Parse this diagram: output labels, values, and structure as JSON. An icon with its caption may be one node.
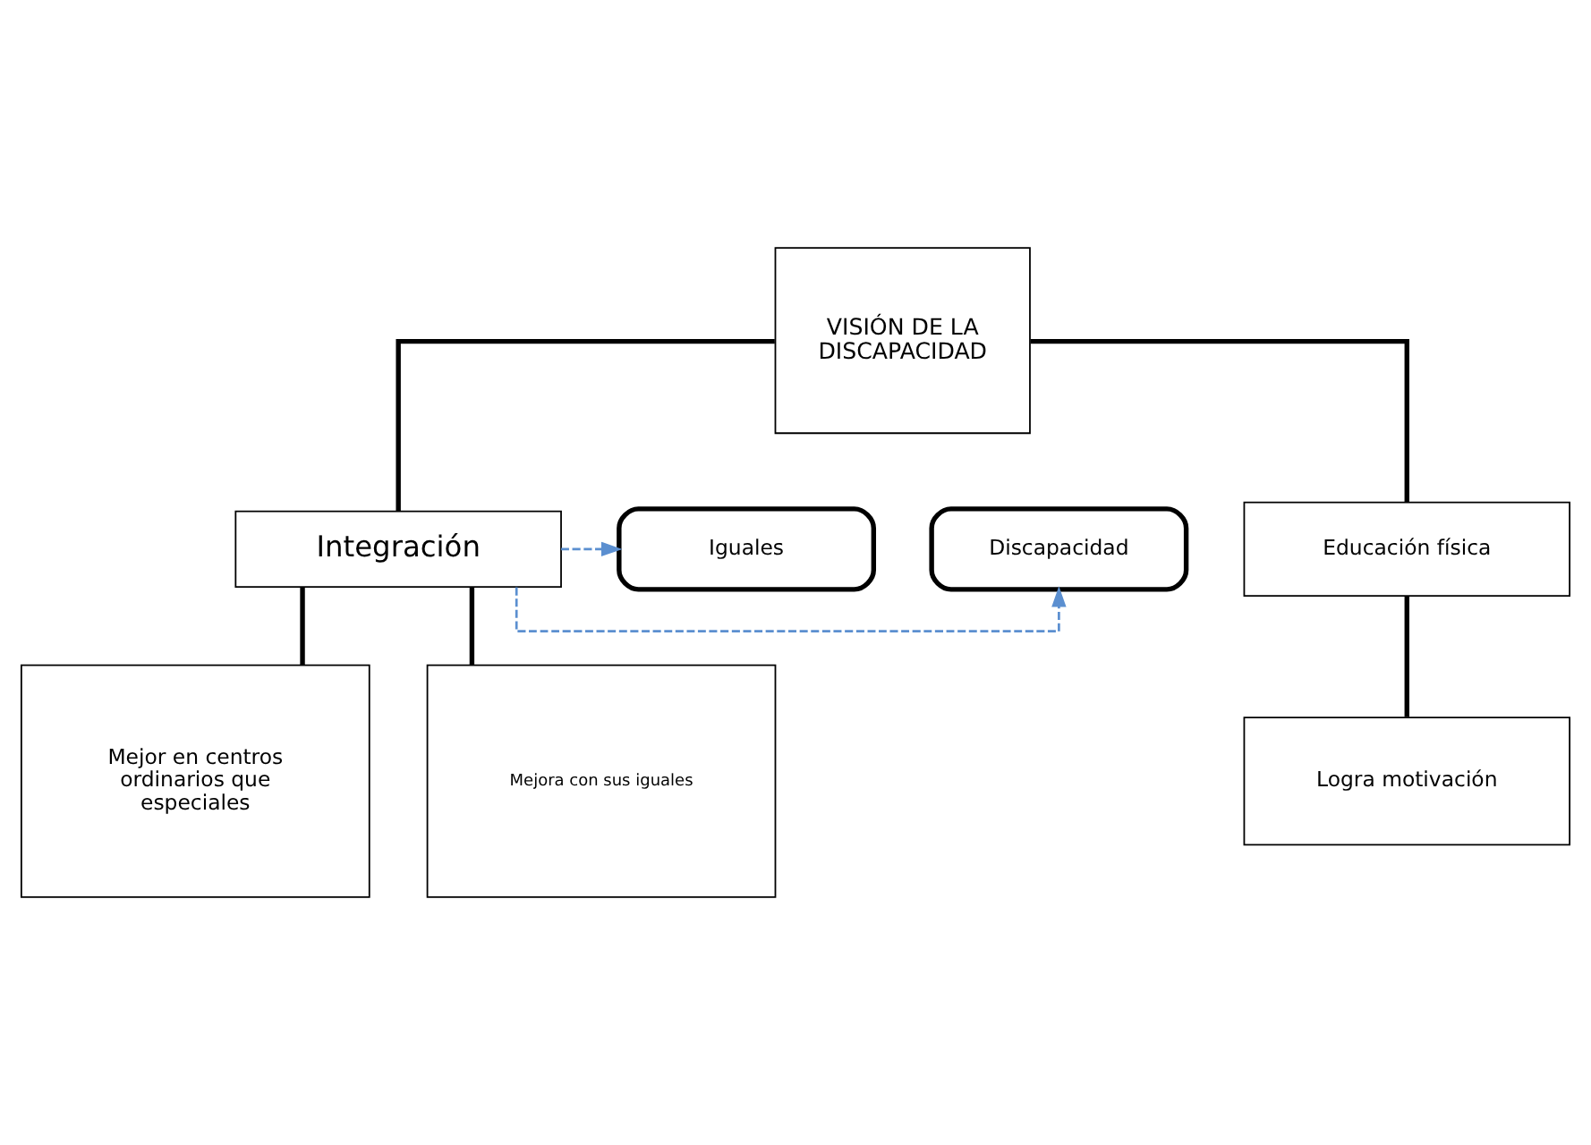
{
  "diagram": {
    "nodes": [
      {
        "text": [
          "VISIÓN DE LA DISCAPACIDAD"
        ]
      },
      {
        "text": [
          "Discapacidad"
        ]
      },
      {
        "text": [
          "Integración"
        ]
      },
      {
        "text": [
          "Educación física"
        ]
      },
      {
        "text": [
          "Iguales"
        ]
      },
      {
        "text": [
          "Logra motivación"
        ]
      },
      {
        "text": [
          "Mejor en centros ordinarios que especiales"
        ]
      },
      {
        "text": [
          "Mejora con sus iguales"
        ]
      }
    ],
    "edges": [
      {
        "from": 0,
        "to": 2,
        "arrow": "none"
      },
      {
        "from": 0,
        "to": 3,
        "arrow": "none"
      },
      {
        "from": 2,
        "to": 1,
        "arrow": "to",
        "style": "dashed",
        "color": "#5b8fd0"
      },
      {
        "from": 2,
        "to": 4,
        "arrow": "to",
        "style": "dashed",
        "color": "#5b8fd0"
      },
      {
        "from": 3,
        "to": 5,
        "arrow": "none"
      },
      {
        "from": 2,
        "to": 6,
        "arrow": "none"
      },
      {
        "from": 2,
        "to": 7,
        "arrow": "none"
      }
    ]
  }
}
